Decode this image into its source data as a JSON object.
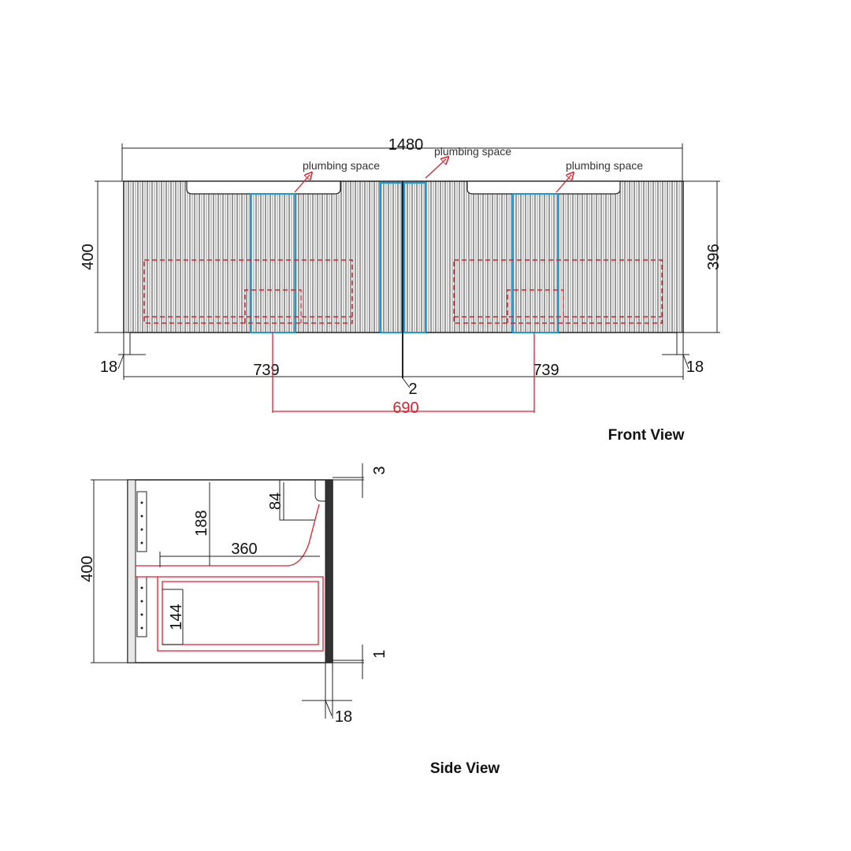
{
  "front": {
    "title": "Front View",
    "width": "1480",
    "height_left": "400",
    "height_right": "396",
    "foot_left": "18",
    "foot_right": "18",
    "half_left": "739",
    "half_right": "739",
    "gap": "2",
    "centers": "690",
    "plumbing_left": "plumbing space",
    "plumbing_mid": "plumbing space",
    "plumbing_right": "plumbing space"
  },
  "side": {
    "title": "Side View",
    "height": "400",
    "top_gap": "3",
    "top_lip": "84",
    "upper_depth": "188",
    "drawer_depth": "360",
    "lower_depth": "144",
    "bottom_gap": "1",
    "front_thickness": "18"
  },
  "colors": {
    "line": "#222222",
    "plumbing": "#1a9ad6",
    "drawer": "#e0202a"
  }
}
